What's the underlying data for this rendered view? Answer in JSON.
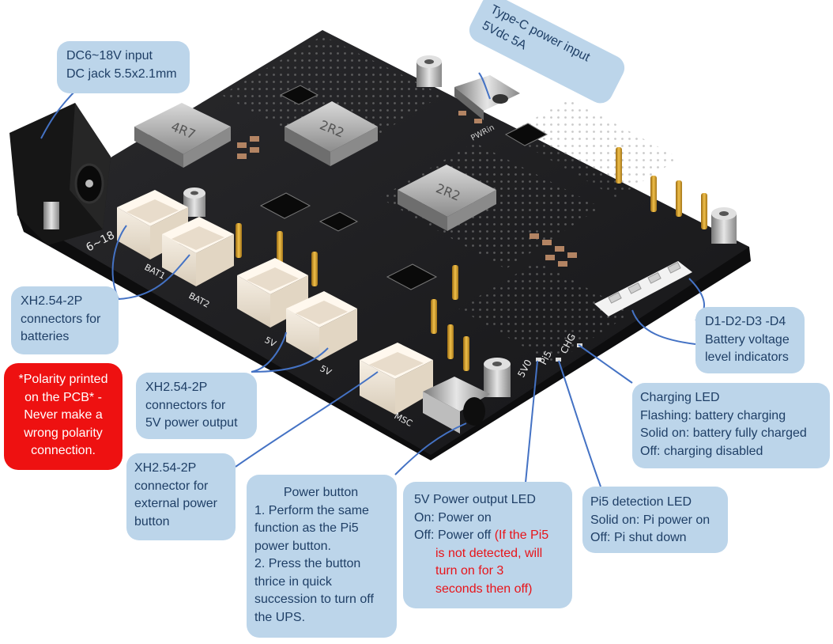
{
  "colors": {
    "callout_fill": "#bcd5ea",
    "callout_text": "#1f3f66",
    "leader_line": "#4472c4",
    "warning_fill": "#ee1111",
    "warning_text": "#ffffff",
    "highlight_text": "#e8141a",
    "pcb_color": "#1b1b1d"
  },
  "board": {
    "silkscreen": {
      "pwr_in": "PWRin",
      "inductor_left": "4R7",
      "inductor_top": "2R2",
      "inductor_center": "2R2",
      "bat1": "BAT1",
      "bat2": "BAT2",
      "out_5v_a": "5V",
      "out_5v_b": "5V",
      "input_range": "6~18",
      "led_5v": "5V0",
      "led_pi5": "Pi5",
      "led_chg": "CHG",
      "msc": "MSC"
    }
  },
  "callouts": {
    "dc_input": {
      "lines": [
        "DC6~18V input",
        "DC jack 5.5x2.1mm"
      ]
    },
    "typec_input": {
      "lines": [
        "Type-C power input",
        "5Vdc 5A"
      ]
    },
    "batteries": {
      "lines": [
        "XH2.54-2P",
        "connectors for",
        "batteries"
      ]
    },
    "polarity_warning": {
      "lines": [
        "*Polarity printed",
        "on the PCB* -",
        "Never make a",
        "wrong polarity",
        "connection."
      ]
    },
    "output_5v": {
      "lines": [
        "XH2.54-2P",
        "connectors for",
        "5V power output"
      ]
    },
    "led_indicators": {
      "lines": [
        "D1-D2-D3 -D4",
        "Battery voltage",
        "level indicators"
      ]
    },
    "charging_led": {
      "lines": [
        "Charging LED",
        "Flashing: battery charging",
        "Solid on: battery fully charged",
        "Off: charging disabled"
      ]
    },
    "ext_button": {
      "lines": [
        "XH2.54-2P",
        "connector for",
        "external power",
        "button"
      ]
    },
    "power_button": {
      "title": "Power button",
      "lines": [
        "1. Perform the same",
        "function as the Pi5",
        "power button.",
        "2. Press the button",
        "thrice in quick",
        "succession to turn off",
        "the UPS."
      ]
    },
    "output_led": {
      "lines": [
        "5V Power output LED",
        "On: Power on"
      ],
      "off_label": "Off: Power off ",
      "off_note": "(If the Pi5",
      "note_lines": [
        "is not detected, will",
        "turn on for 3",
        "seconds then off)"
      ]
    },
    "pi5_led": {
      "lines": [
        "Pi5 detection LED",
        "Solid on: Pi power on",
        "Off: Pi shut down"
      ]
    }
  }
}
